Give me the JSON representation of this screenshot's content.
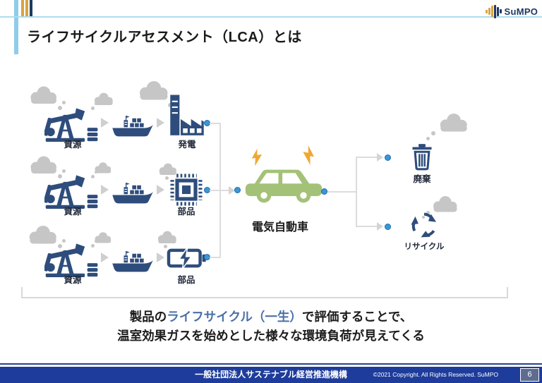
{
  "header": {
    "title": "ライフサイクルアセスメント（LCA）とは",
    "brand": "SuMPO"
  },
  "diagram": {
    "rows": [
      {
        "source_label": "資源",
        "output_label": "発電",
        "output_icon": "factory"
      },
      {
        "source_label": "資源",
        "output_label": "部品",
        "output_icon": "cpu-chip"
      },
      {
        "source_label": "資源",
        "output_label": "部品",
        "output_icon": "battery"
      }
    ],
    "center_label": "電気自動車",
    "disposal_label": "廃棄",
    "recycle_label": "リサイクル"
  },
  "caption": {
    "prefix": "製品の",
    "highlight": "ライフサイクル（一生）",
    "suffix": "で評価することで、",
    "line2": "温室効果ガスを始めとした様々な環境負荷が見えてくる"
  },
  "footer": {
    "organization": "一般社団法人サステナブル経営推進機構",
    "copyright": "©2021 Copyright. All Rights Reserved. SuMPO",
    "page": "6"
  },
  "colors": {
    "icon_navy": "#2e4d7c",
    "accent_light_blue": "#8dcde8",
    "gold": "#d9a33c",
    "navy_dark": "#1f3864",
    "car_green": "#a4c178",
    "bolt_orange": "#f0a733",
    "dot_blue": "#3a97d4",
    "cloud_gray": "#c6c6c6",
    "highlight_blue": "#4a70a8",
    "footer_navy": "#1e3c9b"
  }
}
